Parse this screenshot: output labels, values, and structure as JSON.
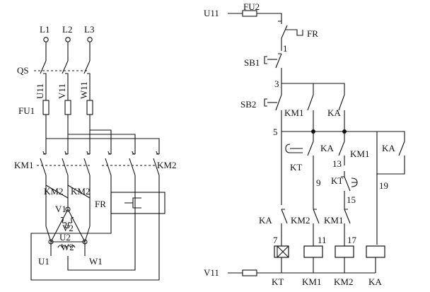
{
  "main_circuit": {
    "phase_labels": [
      "L1",
      "L2",
      "L3"
    ],
    "isolator_label": "QS",
    "fuse_label": "FU1",
    "feeder_labels": [
      "U11",
      "V11",
      "W11"
    ],
    "contactor_km1_label": "KM1",
    "contactor_km2_label": "KM2",
    "delta_contact_labels": [
      "KM2",
      "KM2"
    ],
    "overload_label": "FR",
    "motor_terminals": {
      "v1": "V1",
      "v2": "V2",
      "u2": "U2",
      "w2": "W2",
      "u1": "U1",
      "w1": "W1"
    }
  },
  "control_circuit": {
    "supply_top": "U11",
    "supply_bottom": "V11",
    "fuse_label": "FU2",
    "overload_contact_label": "FR",
    "stop_button_label": "SB1",
    "start_button_label": "SB2",
    "node_labels": {
      "n1": "1",
      "n3": "3",
      "n5": "5",
      "n7": "7",
      "n9": "9",
      "n11": "11",
      "n13": "13",
      "n15": "15",
      "n17": "17",
      "n19": "19"
    },
    "contact_labels": {
      "km1_hold": "KM1",
      "ka_hold": "KA",
      "ka_no": "KA",
      "km1_no": "KM1",
      "ka_self": "KA",
      "kt_timer_top": "KT",
      "kt_timer_mid": "KT",
      "ka_nc": "KA",
      "km2_nc": "KM2",
      "km1_nc": "KM1"
    },
    "coil_labels": [
      "KT",
      "KM1",
      "KM2",
      "KA"
    ]
  }
}
